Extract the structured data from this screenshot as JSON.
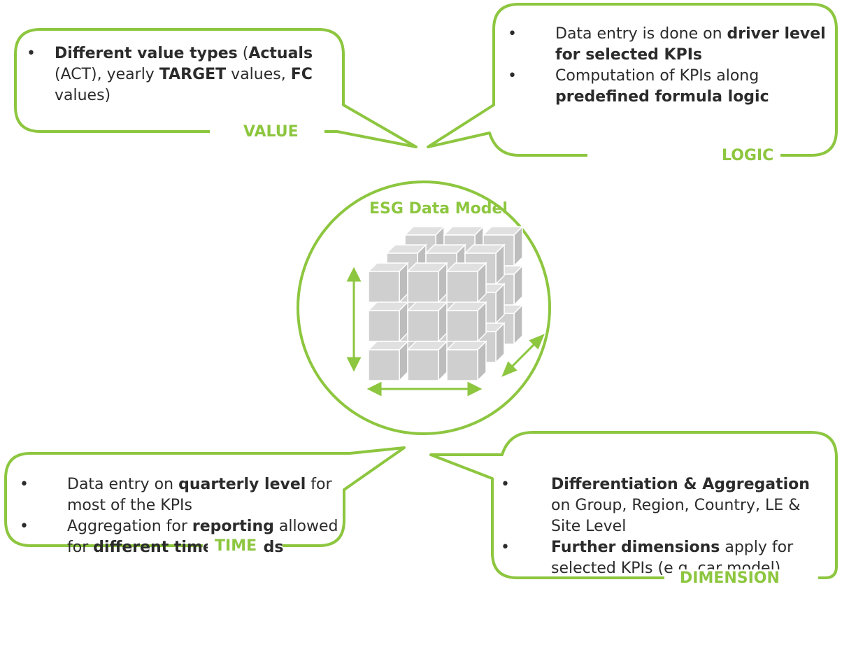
{
  "colors": {
    "accent": "#8dc63f",
    "text": "#2b2b2b",
    "cube_face": "#cfcfcf",
    "cube_edge": "#ffffff"
  },
  "model": {
    "title": "ESG Data Model"
  },
  "value_box": {
    "tag": "VALUE",
    "items": [
      {
        "bullet": "•",
        "parts": [
          {
            "t": "Different value types",
            "b": true
          },
          {
            "t": " (",
            "b": false
          },
          {
            "t": "Actuals",
            "b": true
          },
          {
            "t": " (ACT), yearly ",
            "b": false
          },
          {
            "t": "TARGET",
            "b": true
          },
          {
            "t": " values, ",
            "b": false
          },
          {
            "t": "FC",
            "b": true
          },
          {
            "t": " values)",
            "b": false
          }
        ]
      }
    ]
  },
  "logic_box": {
    "tag": "LOGIC",
    "items": [
      {
        "bullet": "•",
        "parts": [
          {
            "t": "Data entry is done on ",
            "b": false
          },
          {
            "t": "driver level for selected KPIs",
            "b": true
          }
        ]
      },
      {
        "bullet": "•",
        "parts": [
          {
            "t": "Computation of KPIs along ",
            "b": false
          },
          {
            "t": "predefined formula logic",
            "b": true
          }
        ]
      }
    ]
  },
  "time_box": {
    "tag": "TIME",
    "items": [
      {
        "bullet": "•",
        "parts": [
          {
            "t": "Data entry on ",
            "b": false
          },
          {
            "t": "quarterly level",
            "b": true
          },
          {
            "t": " for most of the KPIs",
            "b": false
          }
        ]
      },
      {
        "bullet": "•",
        "parts": [
          {
            "t": "Aggregation for ",
            "b": false
          },
          {
            "t": "reporting",
            "b": true
          },
          {
            "t": " allowed for ",
            "b": false
          },
          {
            "t": "different time periods",
            "b": true
          }
        ]
      }
    ]
  },
  "dimension_box": {
    "tag": "DIMENSION",
    "items": [
      {
        "bullet": "•",
        "parts": [
          {
            "t": "Differentiation & Aggregation",
            "b": true
          },
          {
            "t": " on Group, Region, Country, LE & Site Level",
            "b": false
          }
        ]
      },
      {
        "bullet": "•",
        "parts": [
          {
            "t": "Further dimensions",
            "b": true
          },
          {
            "t": " apply for selected KPIs (e.g. car model)",
            "b": false
          }
        ]
      }
    ]
  }
}
